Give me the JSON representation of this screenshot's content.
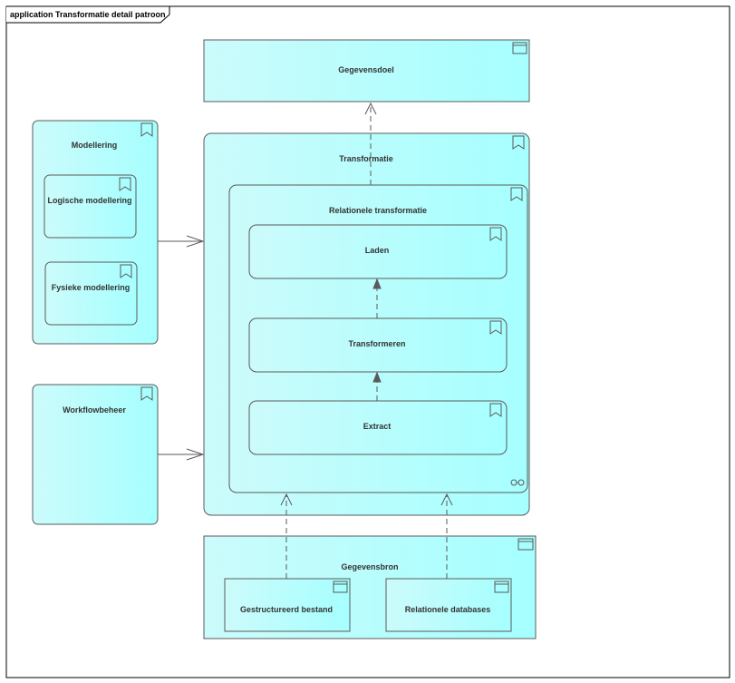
{
  "frame": {
    "title": "application Transformatie detail patroon"
  },
  "nodes": {
    "gegevensdoel": "Gegevensdoel",
    "modellering": "Modellering",
    "logische_modellering": "Logische modellering",
    "fysieke_modellering": "Fysieke modellering",
    "workflowbeheer": "Workflowbeheer",
    "transformatie": "Transformatie",
    "relationele_transformatie": "Relationele transformatie",
    "laden": "Laden",
    "transformeren": "Transformeren",
    "extract": "Extract",
    "gegevensbron": "Gegevensbron",
    "gestructureerd_bestand": "Gestructureerd bestand",
    "relationele_databases": "Relationele databases"
  },
  "colors": {
    "fill_start": "#a8ffff",
    "fill_end": "#ccfbfb",
    "stroke": "#5a5a5a",
    "frame": "#000000"
  },
  "icons": {
    "component": "application-component-icon",
    "function": "application-function-icon",
    "interaction": "application-interaction-icon"
  }
}
